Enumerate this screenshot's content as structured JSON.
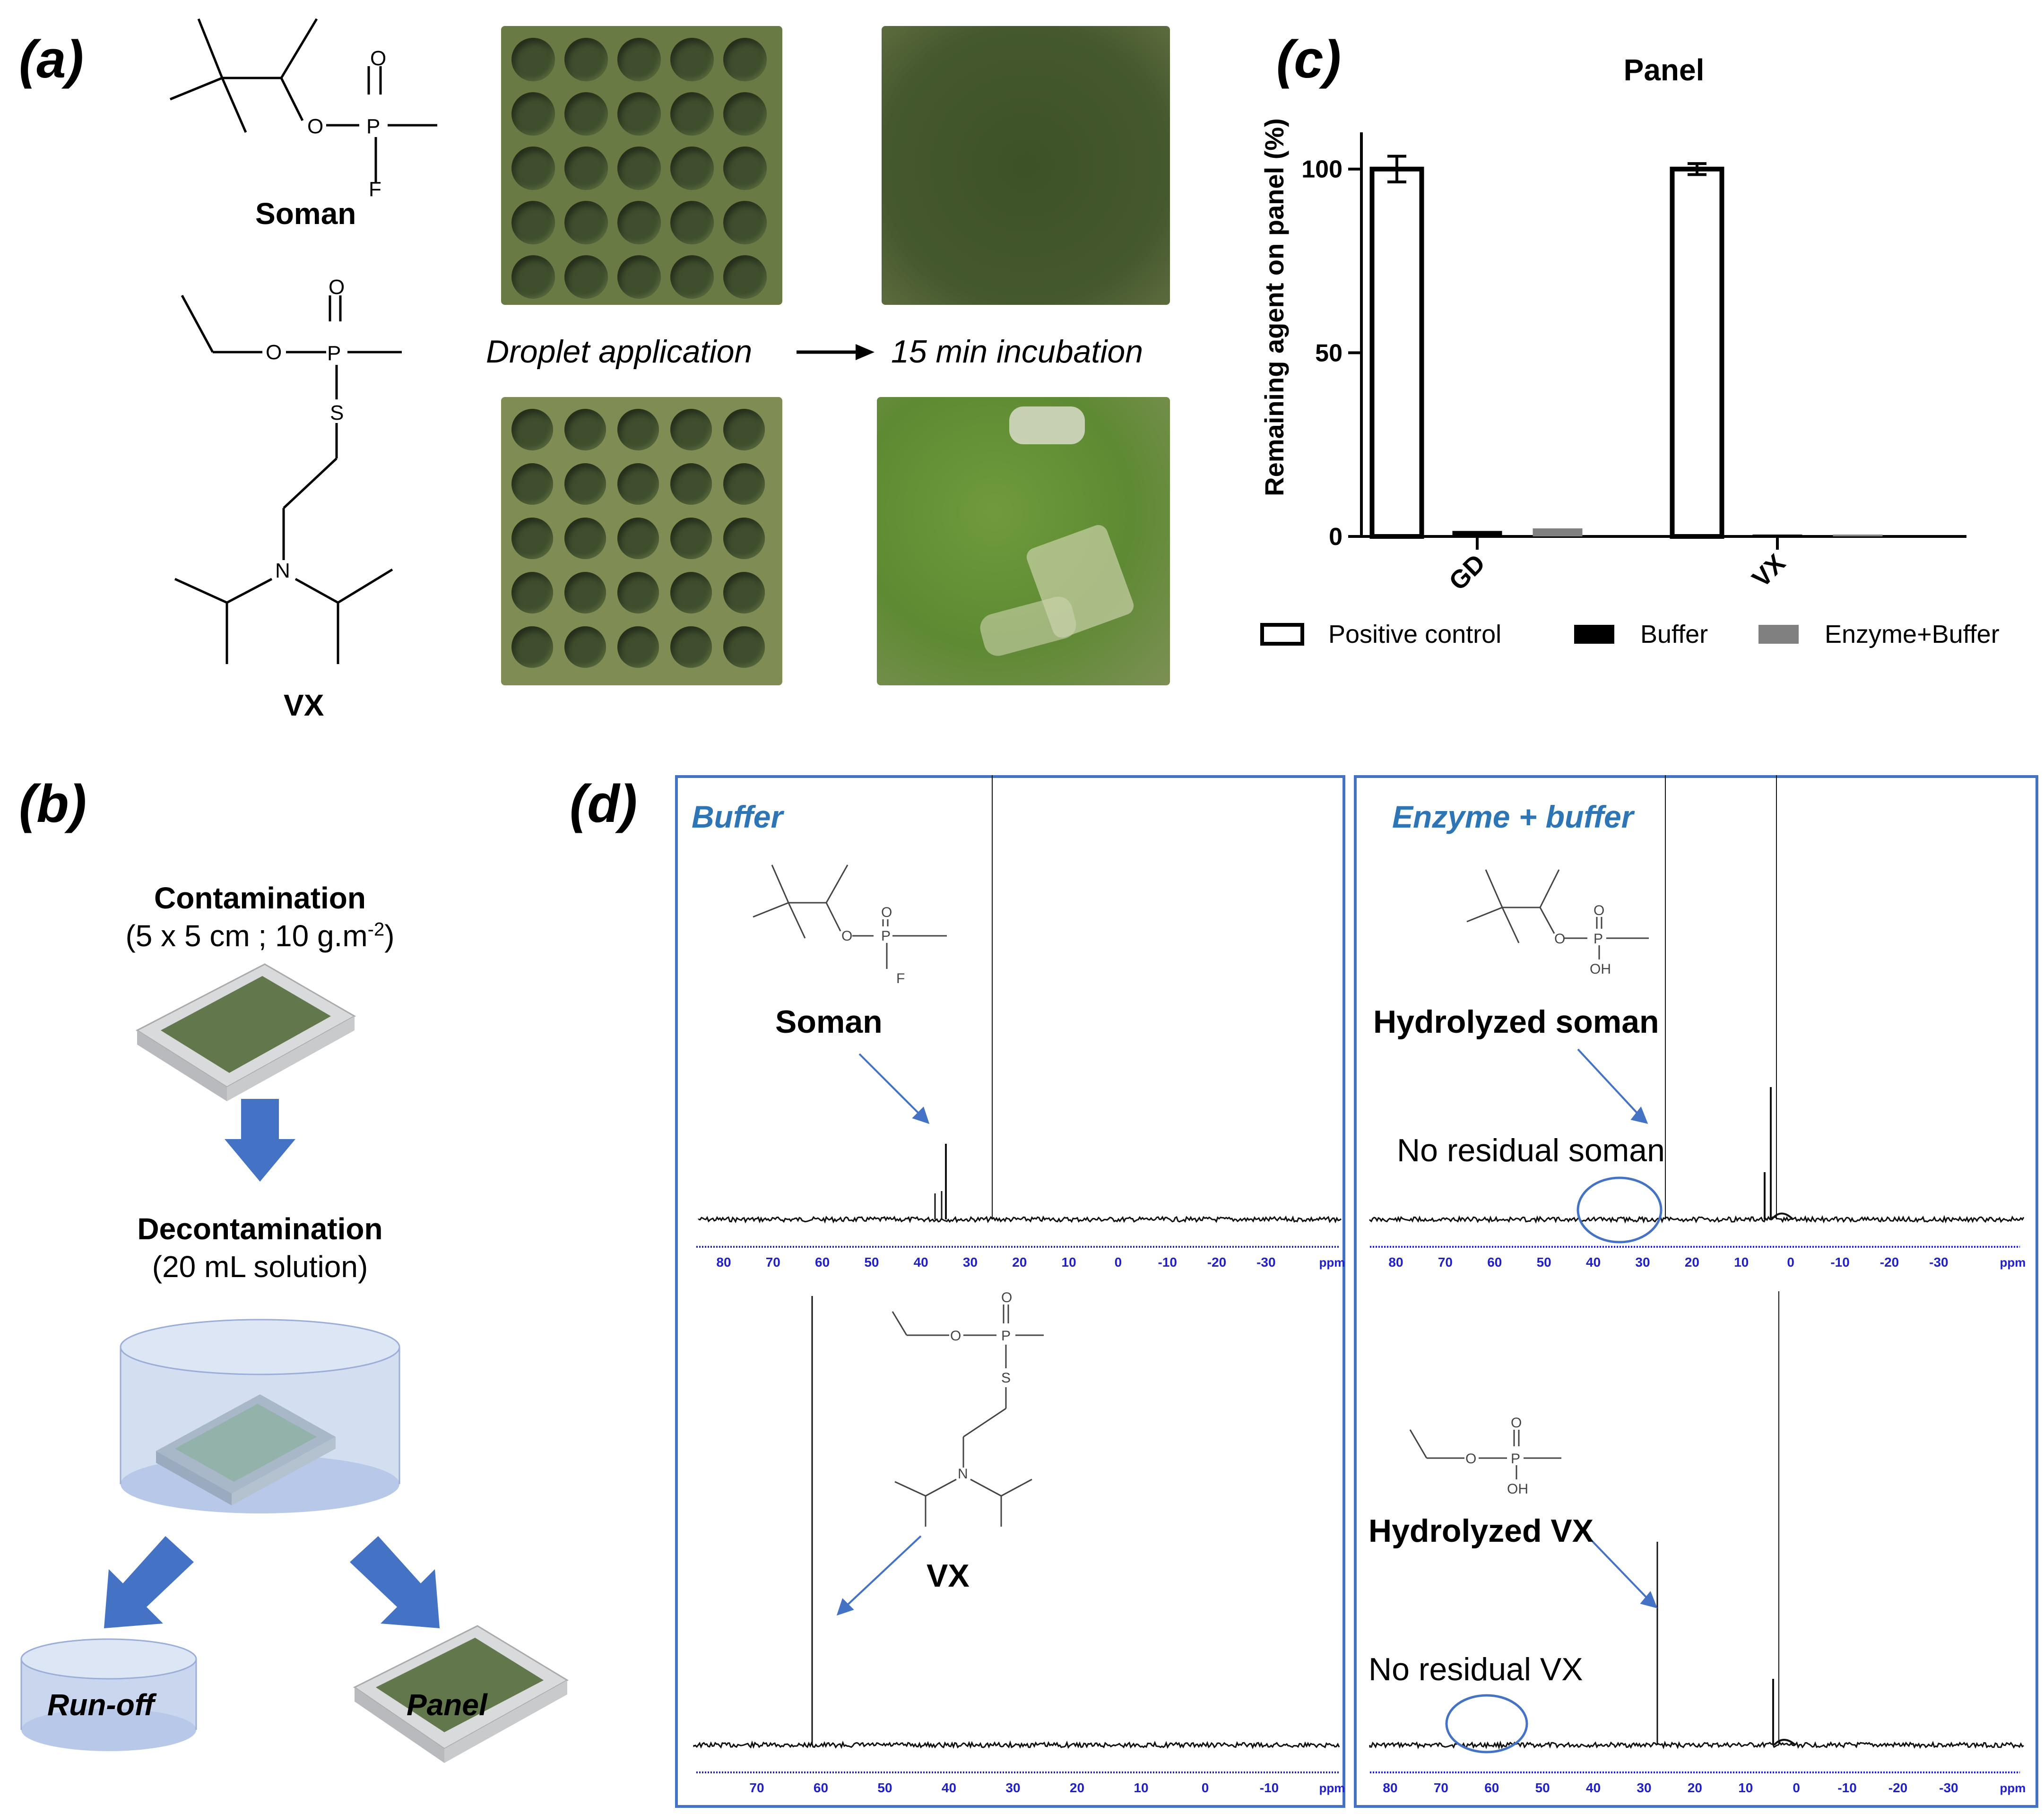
{
  "panel_a": {
    "label": "(a)",
    "soman_label": "Soman",
    "vx_label": "VX",
    "atoms": {
      "o": "O",
      "p": "P",
      "f": "F",
      "s": "S",
      "n": "N"
    },
    "step_left": "Droplet application",
    "step_right": "15 min incubation",
    "photo_color": "#5a6b3a"
  },
  "panel_b": {
    "label": "(b)",
    "contamination_title": "Contamination",
    "contamination_detail": "(5 x 5 cm ; 10 g.m",
    "contamination_sup": "-2",
    "contamination_close": ")",
    "decontamination_title": "Decontamination",
    "decontamination_detail": "(20 mL solution)",
    "runoff_label": "Run-off",
    "panel_label": "Panel",
    "arrow_color": "#4472c4"
  },
  "panel_c": {
    "label": "(c)",
    "chart_data": {
      "type": "bar",
      "title": "Panel",
      "ylabel": "Remaining agent on panel (%)",
      "xlabel": "",
      "categories": [
        "GD",
        "VX"
      ],
      "ylim": [
        0,
        110
      ],
      "yticks": [
        0,
        50,
        100
      ],
      "series": [
        {
          "name": "Positive control",
          "values": [
            100,
            100
          ],
          "errors": [
            3.5,
            1.5
          ],
          "color": "#ffffff"
        },
        {
          "name": "Buffer",
          "values": [
            1.5,
            0.2
          ],
          "errors": [
            0.3,
            0.1
          ],
          "color": "#000000"
        },
        {
          "name": "Enzyme+Buffer",
          "values": [
            2.2,
            0.3
          ],
          "errors": [
            0.5,
            0.1
          ],
          "color": "#808080"
        }
      ],
      "legend_position": "bottom",
      "grid": false
    }
  },
  "panel_d": {
    "label": "(d)",
    "box_left_title": "Buffer",
    "box_right_title": "Enzyme + buffer",
    "soman_label": "Soman",
    "vx_label": "VX",
    "hydrolyzed_soman_label": "Hydrolyzed soman",
    "hydrolyzed_vx_label": "Hydrolyzed VX",
    "no_residual_soman": "No residual soman",
    "no_residual_vx": "No residual VX",
    "atoms": {
      "o": "O",
      "p": "P",
      "f": "F",
      "s": "S",
      "n": "N",
      "oh": "OH"
    },
    "axis_unit": "ppm",
    "axis_ticks_top": [
      "80",
      "70",
      "60",
      "50",
      "40",
      "30",
      "20",
      "10",
      "0",
      "-10",
      "-20",
      "-30"
    ],
    "axis_ticks_bottom_left": [
      "70",
      "60",
      "50",
      "40",
      "30",
      "20",
      "10",
      "0",
      "-10"
    ],
    "axis_ticks_bottom_right": [
      "80",
      "70",
      "60",
      "50",
      "40",
      "30",
      "20",
      "10",
      "0",
      "-10",
      "-20",
      "-30"
    ],
    "border_color": "#4472c4",
    "axis_color": "#1f1fcc"
  }
}
